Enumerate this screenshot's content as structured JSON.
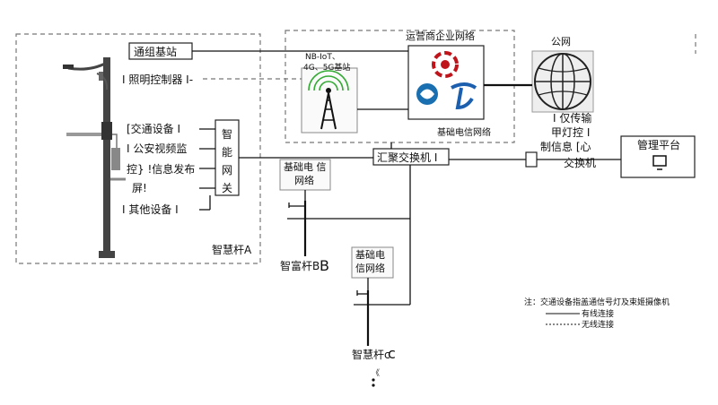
{
  "regions": {
    "pole_a": "智慧杆A",
    "pole_b": "智富杆B",
    "pole_c": "智慧杆c",
    "operator_net": "运营商企业网络",
    "base_telecom_top": "基础电信网络",
    "public_net": "公网"
  },
  "pole_a_items": {
    "shared_base": "通组基站",
    "lighting_controller": "I 照明控制器 I-",
    "traffic": "[交通设备 I",
    "police_video": "I 公安视频监",
    "control_info": "控} !信息发布",
    "screen": "屏!",
    "other": "I 其他设备 I",
    "gateway_chars": [
      "智",
      "能",
      "网",
      "关"
    ]
  },
  "base_station_label": "NB-IoT、\n4G、5G基站",
  "switches": {
    "aggregation": "汇聚交换机 I",
    "base_net_mid": "基础电 信\n网络",
    "base_net_low": "基础电\n信网络"
  },
  "right_side": {
    "transmit_note": "I 仅传输\n甲灯控 I\n制信息 [心",
    "core_switch": "交换机",
    "mgmt_platform": "管理平台"
  },
  "notes": {
    "main": "注：交通设备指盖通信号灯及束姬摄像机",
    "wired": "有线连接",
    "wireless": "无线连接"
  },
  "bottom_glyph": "《"
}
